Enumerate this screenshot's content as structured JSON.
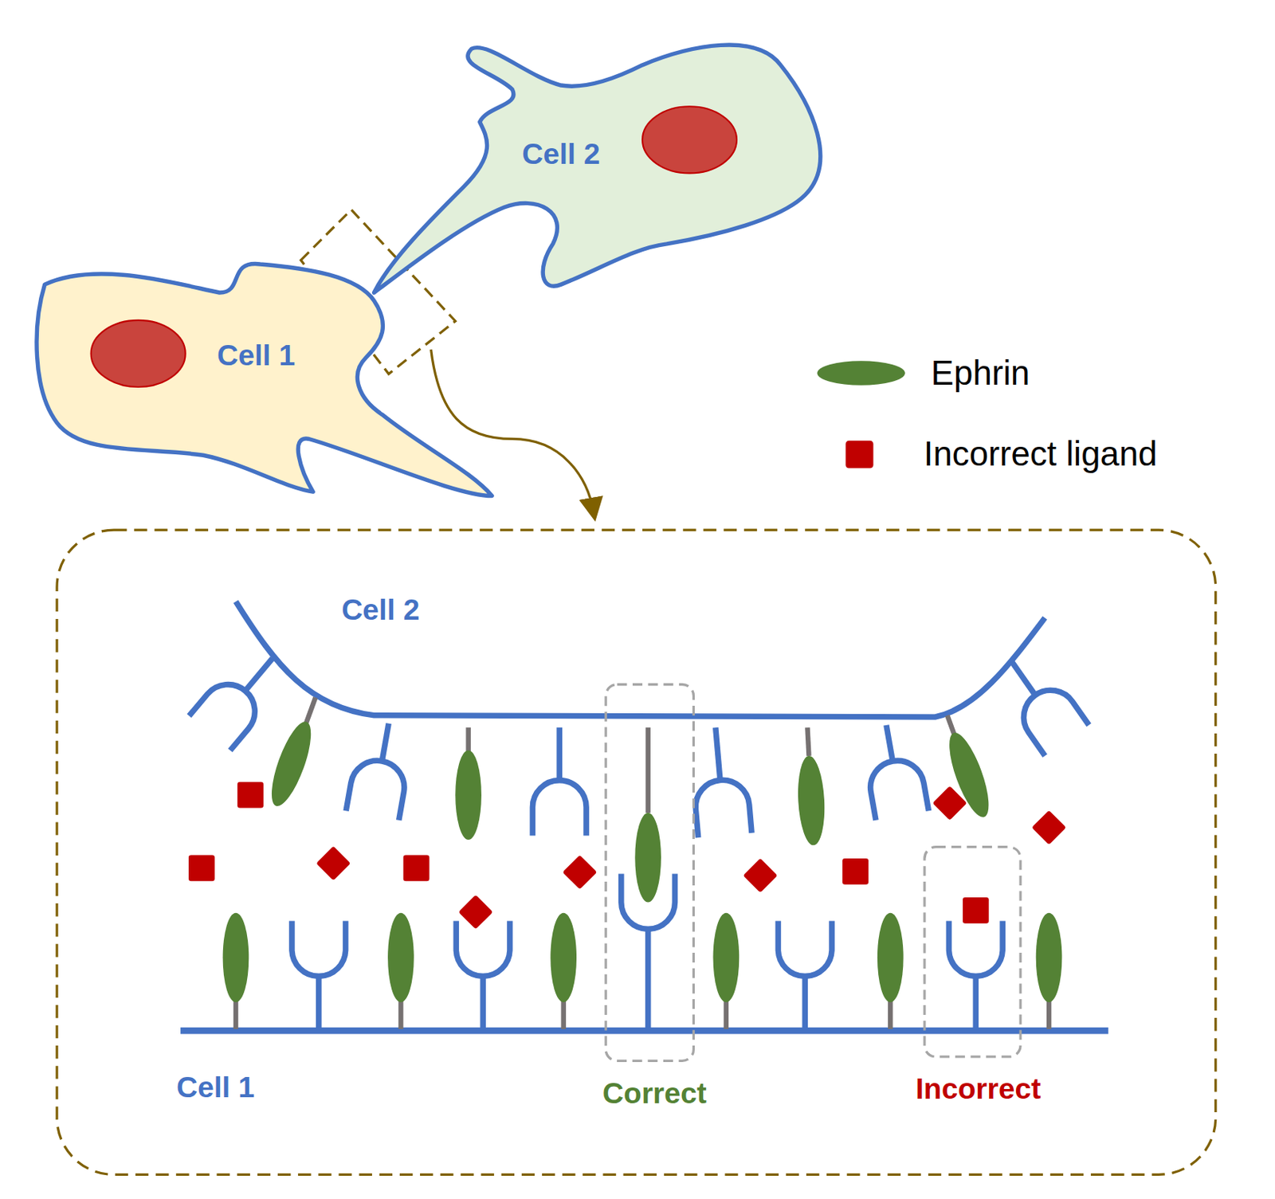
{
  "diagram": {
    "nodes": [
      {
        "text": [
          "Cell 2"
        ]
      },
      {
        "text": [
          "Cell 1"
        ]
      }
    ],
    "labels": [
      "Cell 2",
      "Cell 1",
      "Correct",
      "Incorrect"
    ],
    "legend": [
      {
        "text": "Ephrin",
        "color": "#548235"
      },
      {
        "text": "Incorrect ligand",
        "color": "#c00000"
      }
    ]
  }
}
